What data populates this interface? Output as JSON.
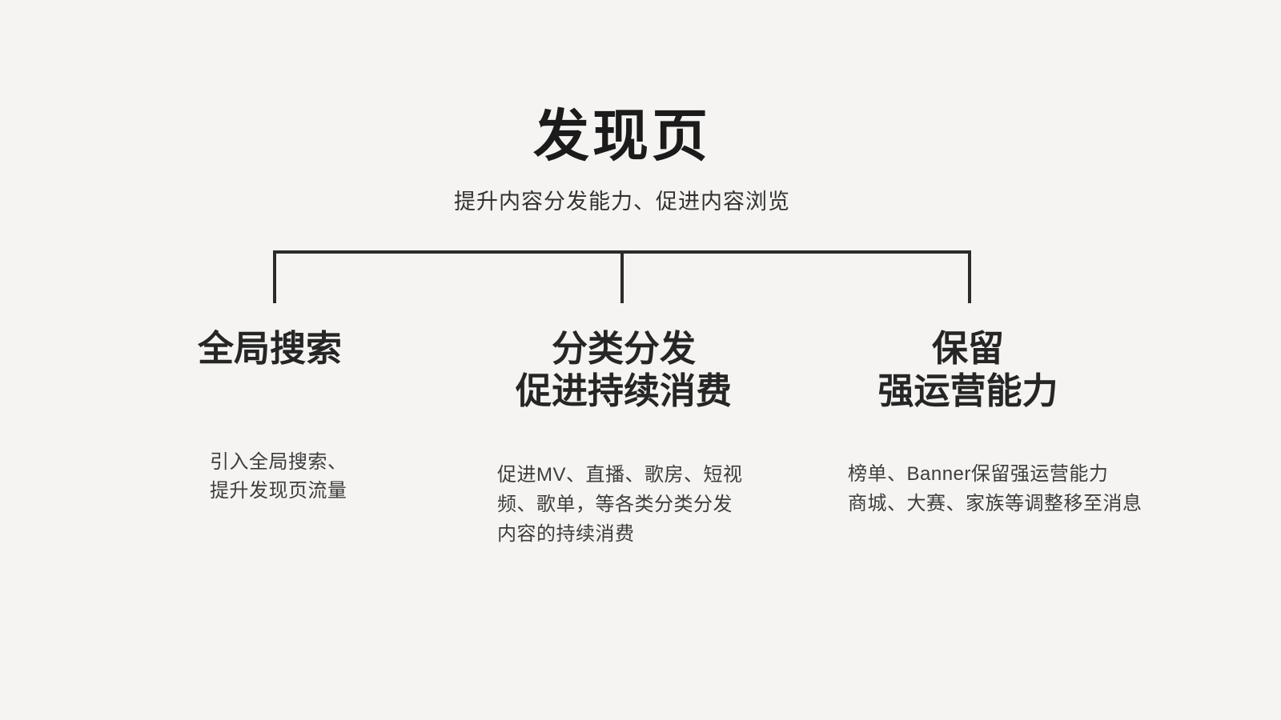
{
  "page": {
    "background_color": "#f5f4f2",
    "line_color": "#2b2b2b",
    "title_color": "#1b1b1b",
    "body_color": "#3d3d3d"
  },
  "header": {
    "title": "发现页",
    "subtitle": "提升内容分发能力、促进内容浏览"
  },
  "branches": [
    {
      "heading_lines": [
        "全局搜索"
      ],
      "body_lines": [
        "引入全局搜索、",
        "提升发现页流量"
      ]
    },
    {
      "heading_lines": [
        "分类分发",
        "促进持续消费"
      ],
      "body_lines": [
        "促进MV、直播、歌房、短视",
        "频、歌单，等各类分类分发",
        "内容的持续消费"
      ]
    },
    {
      "heading_lines": [
        "保留",
        "强运营能力"
      ],
      "body_lines": [
        "榜单、Banner保留强运营能力",
        "商城、大赛、家族等调整移至消息"
      ]
    }
  ]
}
